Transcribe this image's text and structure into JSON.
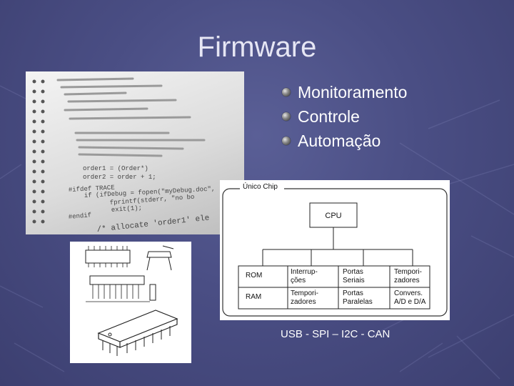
{
  "slide": {
    "title": "Firmware",
    "bullets": [
      "Monitoramento",
      "Controle",
      "Automação"
    ],
    "protocols": "USB - SPI – I2C - CAN"
  },
  "diagram": {
    "caption": "Único Chip",
    "cpu": "CPU",
    "blocks": [
      [
        "ROM",
        "Interrup-",
        "ções"
      ],
      [
        "Portas",
        "Seriais"
      ],
      [
        "Tempori-",
        "zadores"
      ],
      [
        "RAM"
      ],
      [
        "Tempori-",
        "zadores"
      ],
      [
        "Portas",
        "Paralelas"
      ],
      [
        "Convers.",
        "A/D e D/A"
      ]
    ]
  },
  "code_photo": {
    "lines": [
      "#ifdef TRACE",
      "if (ifDebug = fopen(\"myDebug.doc\",",
      "fprintf(stderr, \"no bo",
      "exit(1);",
      "#endif",
      "/* allocate 'order1' ele",
      "order1 = (Order*)",
      "order2 = order + 1;"
    ]
  }
}
